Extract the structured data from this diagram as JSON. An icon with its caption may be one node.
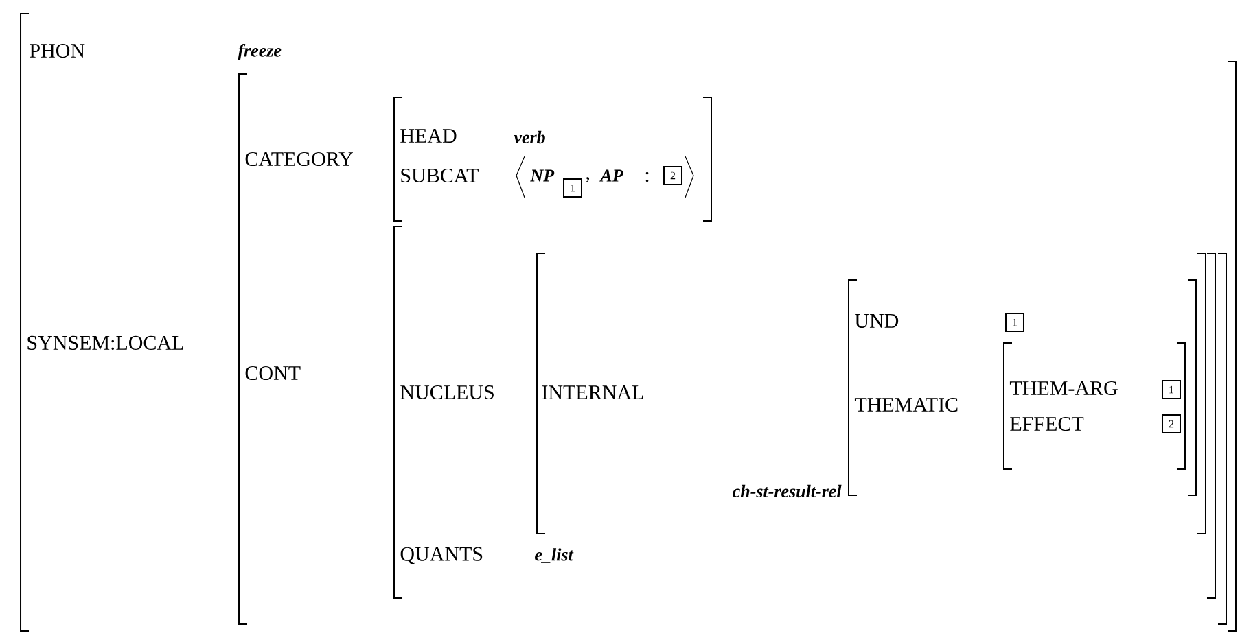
{
  "diagram": {
    "nodes": [
      {
        "text": [
          "1"
        ]
      },
      {
        "text": [
          "2"
        ]
      },
      {
        "text": [
          "1"
        ]
      },
      {
        "text": [
          "1"
        ]
      },
      {
        "text": [
          "2"
        ]
      }
    ],
    "labels": [
      "PHON",
      "freeze",
      "CATEGORY",
      "HEAD",
      "verb",
      "SUBCAT",
      "NP",
      ",",
      "AP",
      ":",
      "SYNSEM:LOCAL",
      "CONT",
      "NUCLEUS",
      "INTERNAL",
      "UND",
      "THEMATIC",
      "THEM-ARG",
      "EFFECT",
      "ch-st-result-rel",
      "QUANTS",
      "e_list"
    ]
  }
}
